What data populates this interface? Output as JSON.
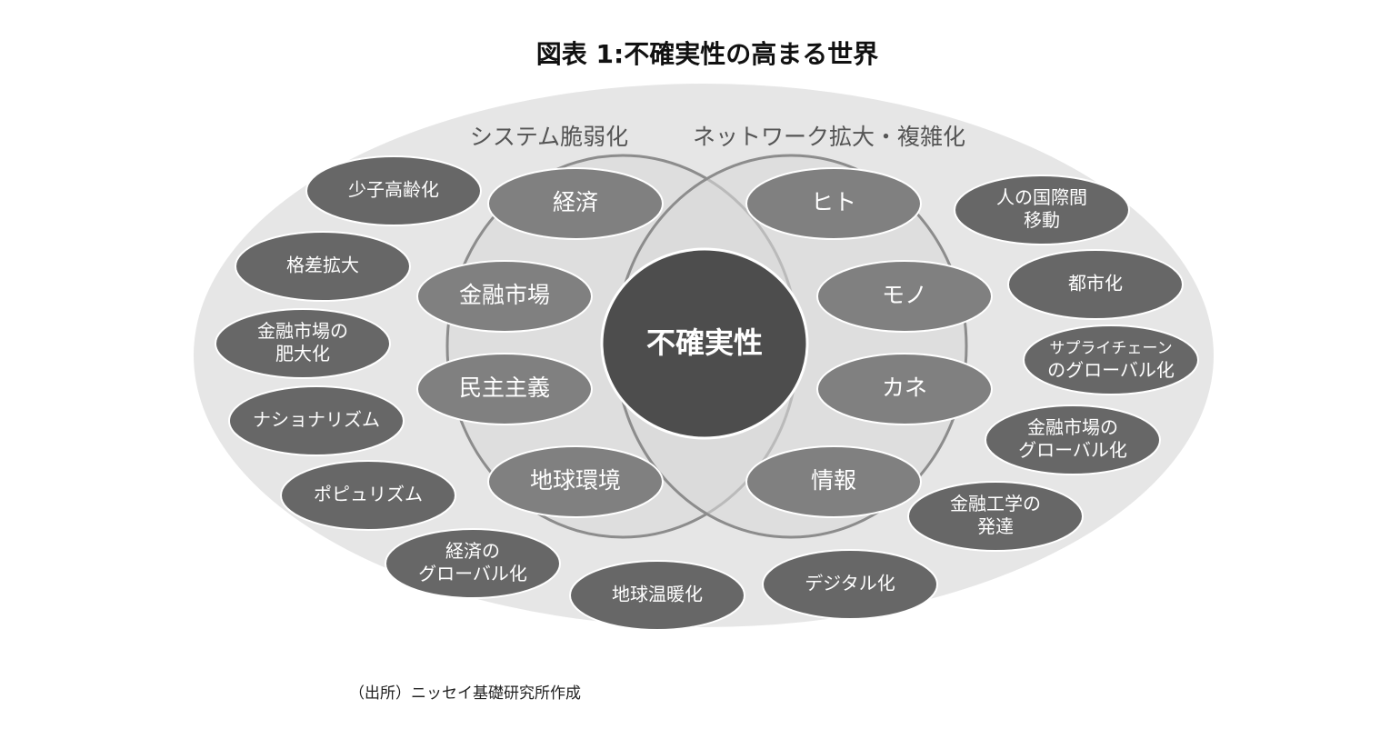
{
  "title": "図表 1:不確実性の高まる世界",
  "source": "（出所）ニッセイ基礎研究所作成",
  "center": "不確実性",
  "categories": {
    "left": "システム脆弱化",
    "right": "ネットワーク拡大・複雑化"
  },
  "inner_items": [
    [
      "経済"
    ],
    [
      "ヒト"
    ],
    [
      "金融市場"
    ],
    [
      "モノ"
    ],
    [
      "民主主義"
    ],
    [
      "カネ"
    ],
    [
      "地球環境"
    ],
    [
      "情報"
    ]
  ],
  "outer_items": [
    [
      "少子高齢化"
    ],
    [
      "格差拡大"
    ],
    [
      "金融市場の",
      "肥大化"
    ],
    [
      "ナショナリズム"
    ],
    [
      "ポピュリズム"
    ],
    [
      "経済の",
      "グローバル化"
    ],
    [
      "地球温暖化"
    ],
    [
      "デジタル化"
    ],
    [
      "金融工学の",
      "発達"
    ],
    [
      "金融市場の",
      "グローバル化"
    ],
    [
      "サプライチェーン",
      "のグローバル化"
    ],
    [
      "都市化"
    ],
    [
      "人の国際間",
      "移動"
    ]
  ],
  "colors": {
    "outer_field": "#e6e6e6",
    "venn_fill": "#d9d9d9",
    "venn_stroke": "#8c8c8c",
    "inner_ellipse": "#808080",
    "outer_ellipse": "#676767",
    "center": "#4d4d4d"
  }
}
